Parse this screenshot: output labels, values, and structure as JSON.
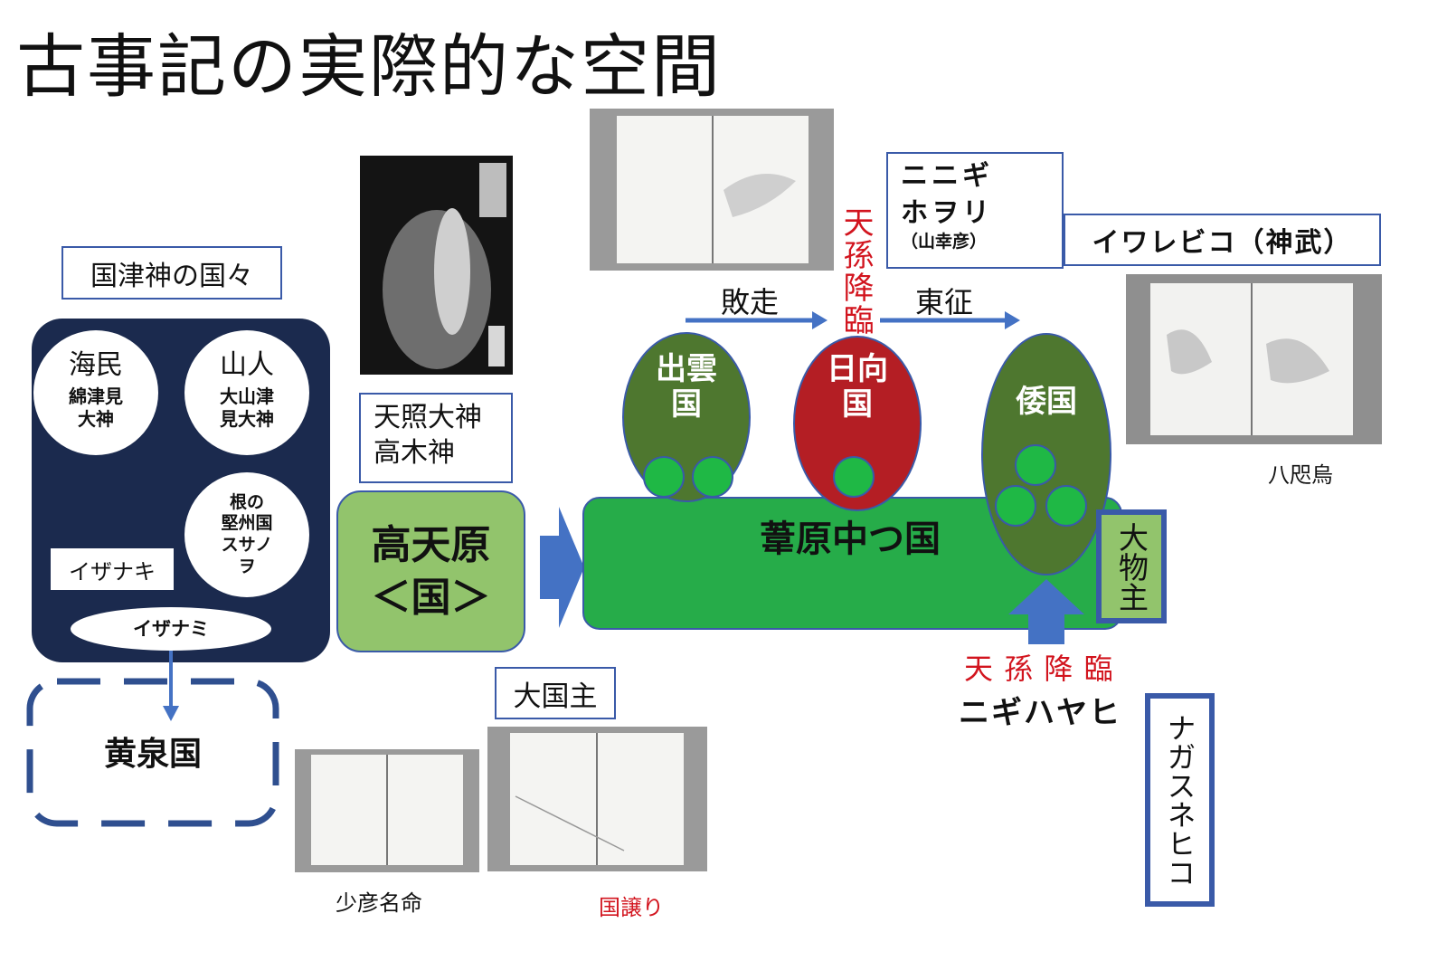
{
  "title": "古事記の実際的な空間",
  "kunitsu_box": {
    "label": "国津神の国々",
    "umi": {
      "top": "海民",
      "bottom": "綿津見\n大神"
    },
    "yama": {
      "top": "山人",
      "bottom": "大山津\n見大神"
    },
    "ne": {
      "label": "根の\n堅州国\nスサノ\nヲ"
    },
    "izanagi": "イザナキ",
    "izanami": "イザナミ"
  },
  "yomi": "黄泉国",
  "amaterasu_box": "天照大神\n高木神",
  "takamagahara": "高天原\n＜国＞",
  "ashihara": "葦原中つ国",
  "izumo": "出雲\n国",
  "hyuga": "日向\n国",
  "wa": "倭国",
  "omononushi": "大物主",
  "haisou": "敗走",
  "tousei": "東征",
  "tenson_korin_vertical": "天孫降臨",
  "tenson_korin_horizontal": "天 孫 降 臨",
  "ninigi_box": {
    "line1": "ニニギ",
    "line2": "ホヲリ",
    "line3": "（山幸彦）"
  },
  "iwarebiko": "イワレビコ（神武）",
  "yatagarasu": "八咫烏",
  "nigihayahi": "ニギハヤヒ",
  "nagasunehiko": "ナガスネヒコ",
  "okuninushi": "大国主",
  "sukunahikona": "少彦名命",
  "kuniyuzuri": "国譲り",
  "colors": {
    "navy": "#1b2a4e",
    "blue": "#3a5aa8",
    "arrow": "#4472c4",
    "light_green": "#92c46c",
    "green": "#26ac49",
    "olive": "#4e772f",
    "crimson": "#b41e24",
    "small_green": "#1fb845",
    "red_text": "#d2141e"
  }
}
